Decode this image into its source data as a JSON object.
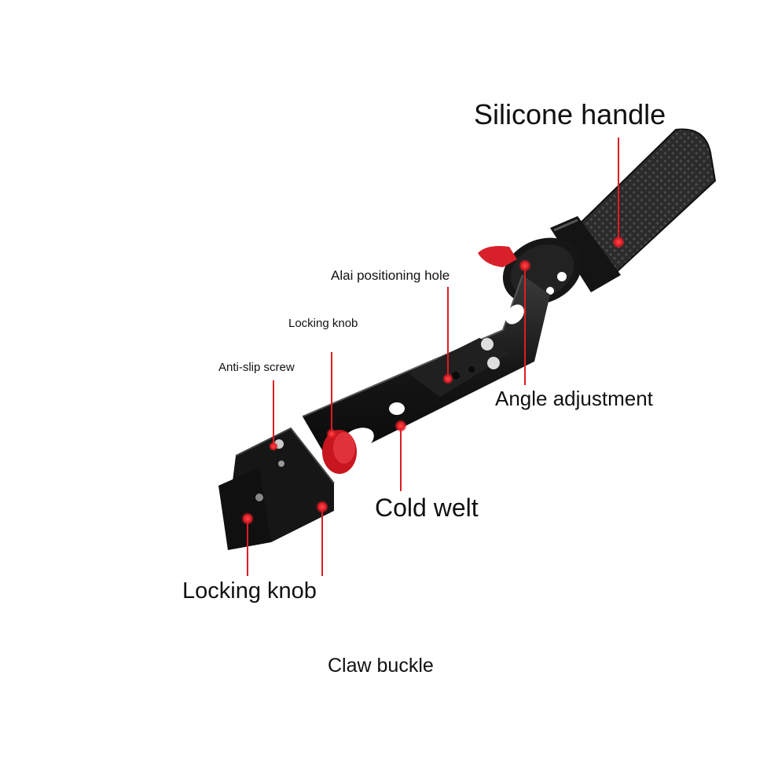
{
  "labels": {
    "silicone_handle": "Silicone handle",
    "alai_positioning_hole": "Alai positioning hole",
    "locking_knob_small": "Locking knob",
    "anti_slip_screw": "Anti-slip screw",
    "angle_adjustment": "Angle adjustment",
    "cold_welt": "Cold welt",
    "locking_knob_large": "Locking knob",
    "claw_buckle": "Claw buckle"
  },
  "colors": {
    "callout": "#e01b24",
    "metal": "#151515",
    "grip": "#2a2a2a",
    "knob": "#d8202a"
  }
}
